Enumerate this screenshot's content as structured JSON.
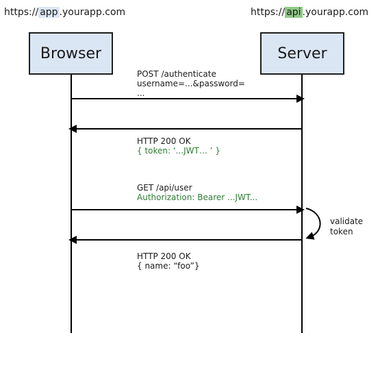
{
  "colors": {
    "actor_fill": "#dbe6f4",
    "highlight_app": "#dbe6f4",
    "highlight_api": "#8fc986",
    "green_text": "#2e7d32"
  },
  "urls": {
    "left": {
      "prefix": "https://",
      "highlight": "app",
      "suffix": ".yourapp.com"
    },
    "right": {
      "prefix": "https://",
      "highlight": "api",
      "suffix": ".yourapp.com"
    }
  },
  "actors": {
    "browser": "Browser",
    "server": "Server"
  },
  "messages": [
    {
      "line1": "POST /authenticate",
      "line2": "username=...&password=",
      "line3": "..."
    },
    {
      "line1": "HTTP 200 OK",
      "line2": "{ token: ‘...JWT… ’ }"
    },
    {
      "line1": "GET /api/user",
      "line2": "Authorization: Bearer ...JWT..."
    },
    {
      "line1": "HTTP 200 OK",
      "line2": "{ name: “foo”}"
    }
  ],
  "note": {
    "line1": "validate",
    "line2": "token"
  }
}
